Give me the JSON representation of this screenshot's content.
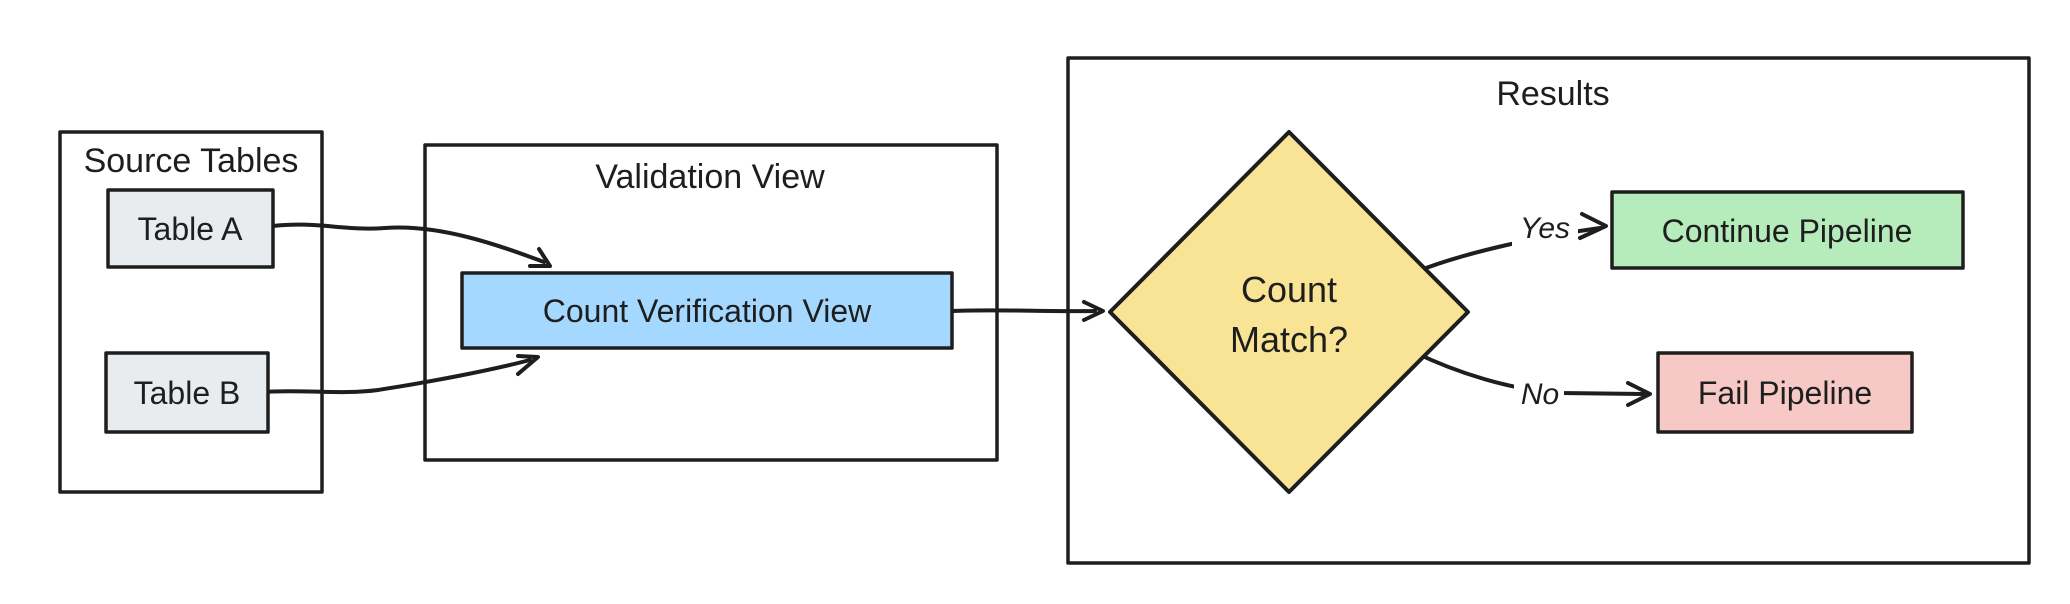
{
  "diagram": {
    "background": "#ffffff",
    "stroke_color": "#1e1e1e",
    "groups": {
      "source_tables": {
        "title": "Source Tables"
      },
      "validation_view": {
        "title": "Validation View"
      },
      "results": {
        "title": "Results"
      }
    },
    "nodes": {
      "table_a": {
        "label": "Table A",
        "fill": "#e9ecef"
      },
      "table_b": {
        "label": "Table B",
        "fill": "#e9ecef"
      },
      "count_verification_view": {
        "label": "Count Verification View",
        "fill": "#a5d8ff"
      },
      "count_match": {
        "label_lines": [
          "Count",
          "Match?"
        ],
        "fill": "#f8e494"
      },
      "continue_pipeline": {
        "label": "Continue Pipeline",
        "fill": "#b6ebbb"
      },
      "fail_pipeline": {
        "label": "Fail Pipeline",
        "fill": "#f6c9c6"
      }
    },
    "edges": {
      "yes": {
        "label": "Yes"
      },
      "no": {
        "label": "No"
      }
    }
  }
}
